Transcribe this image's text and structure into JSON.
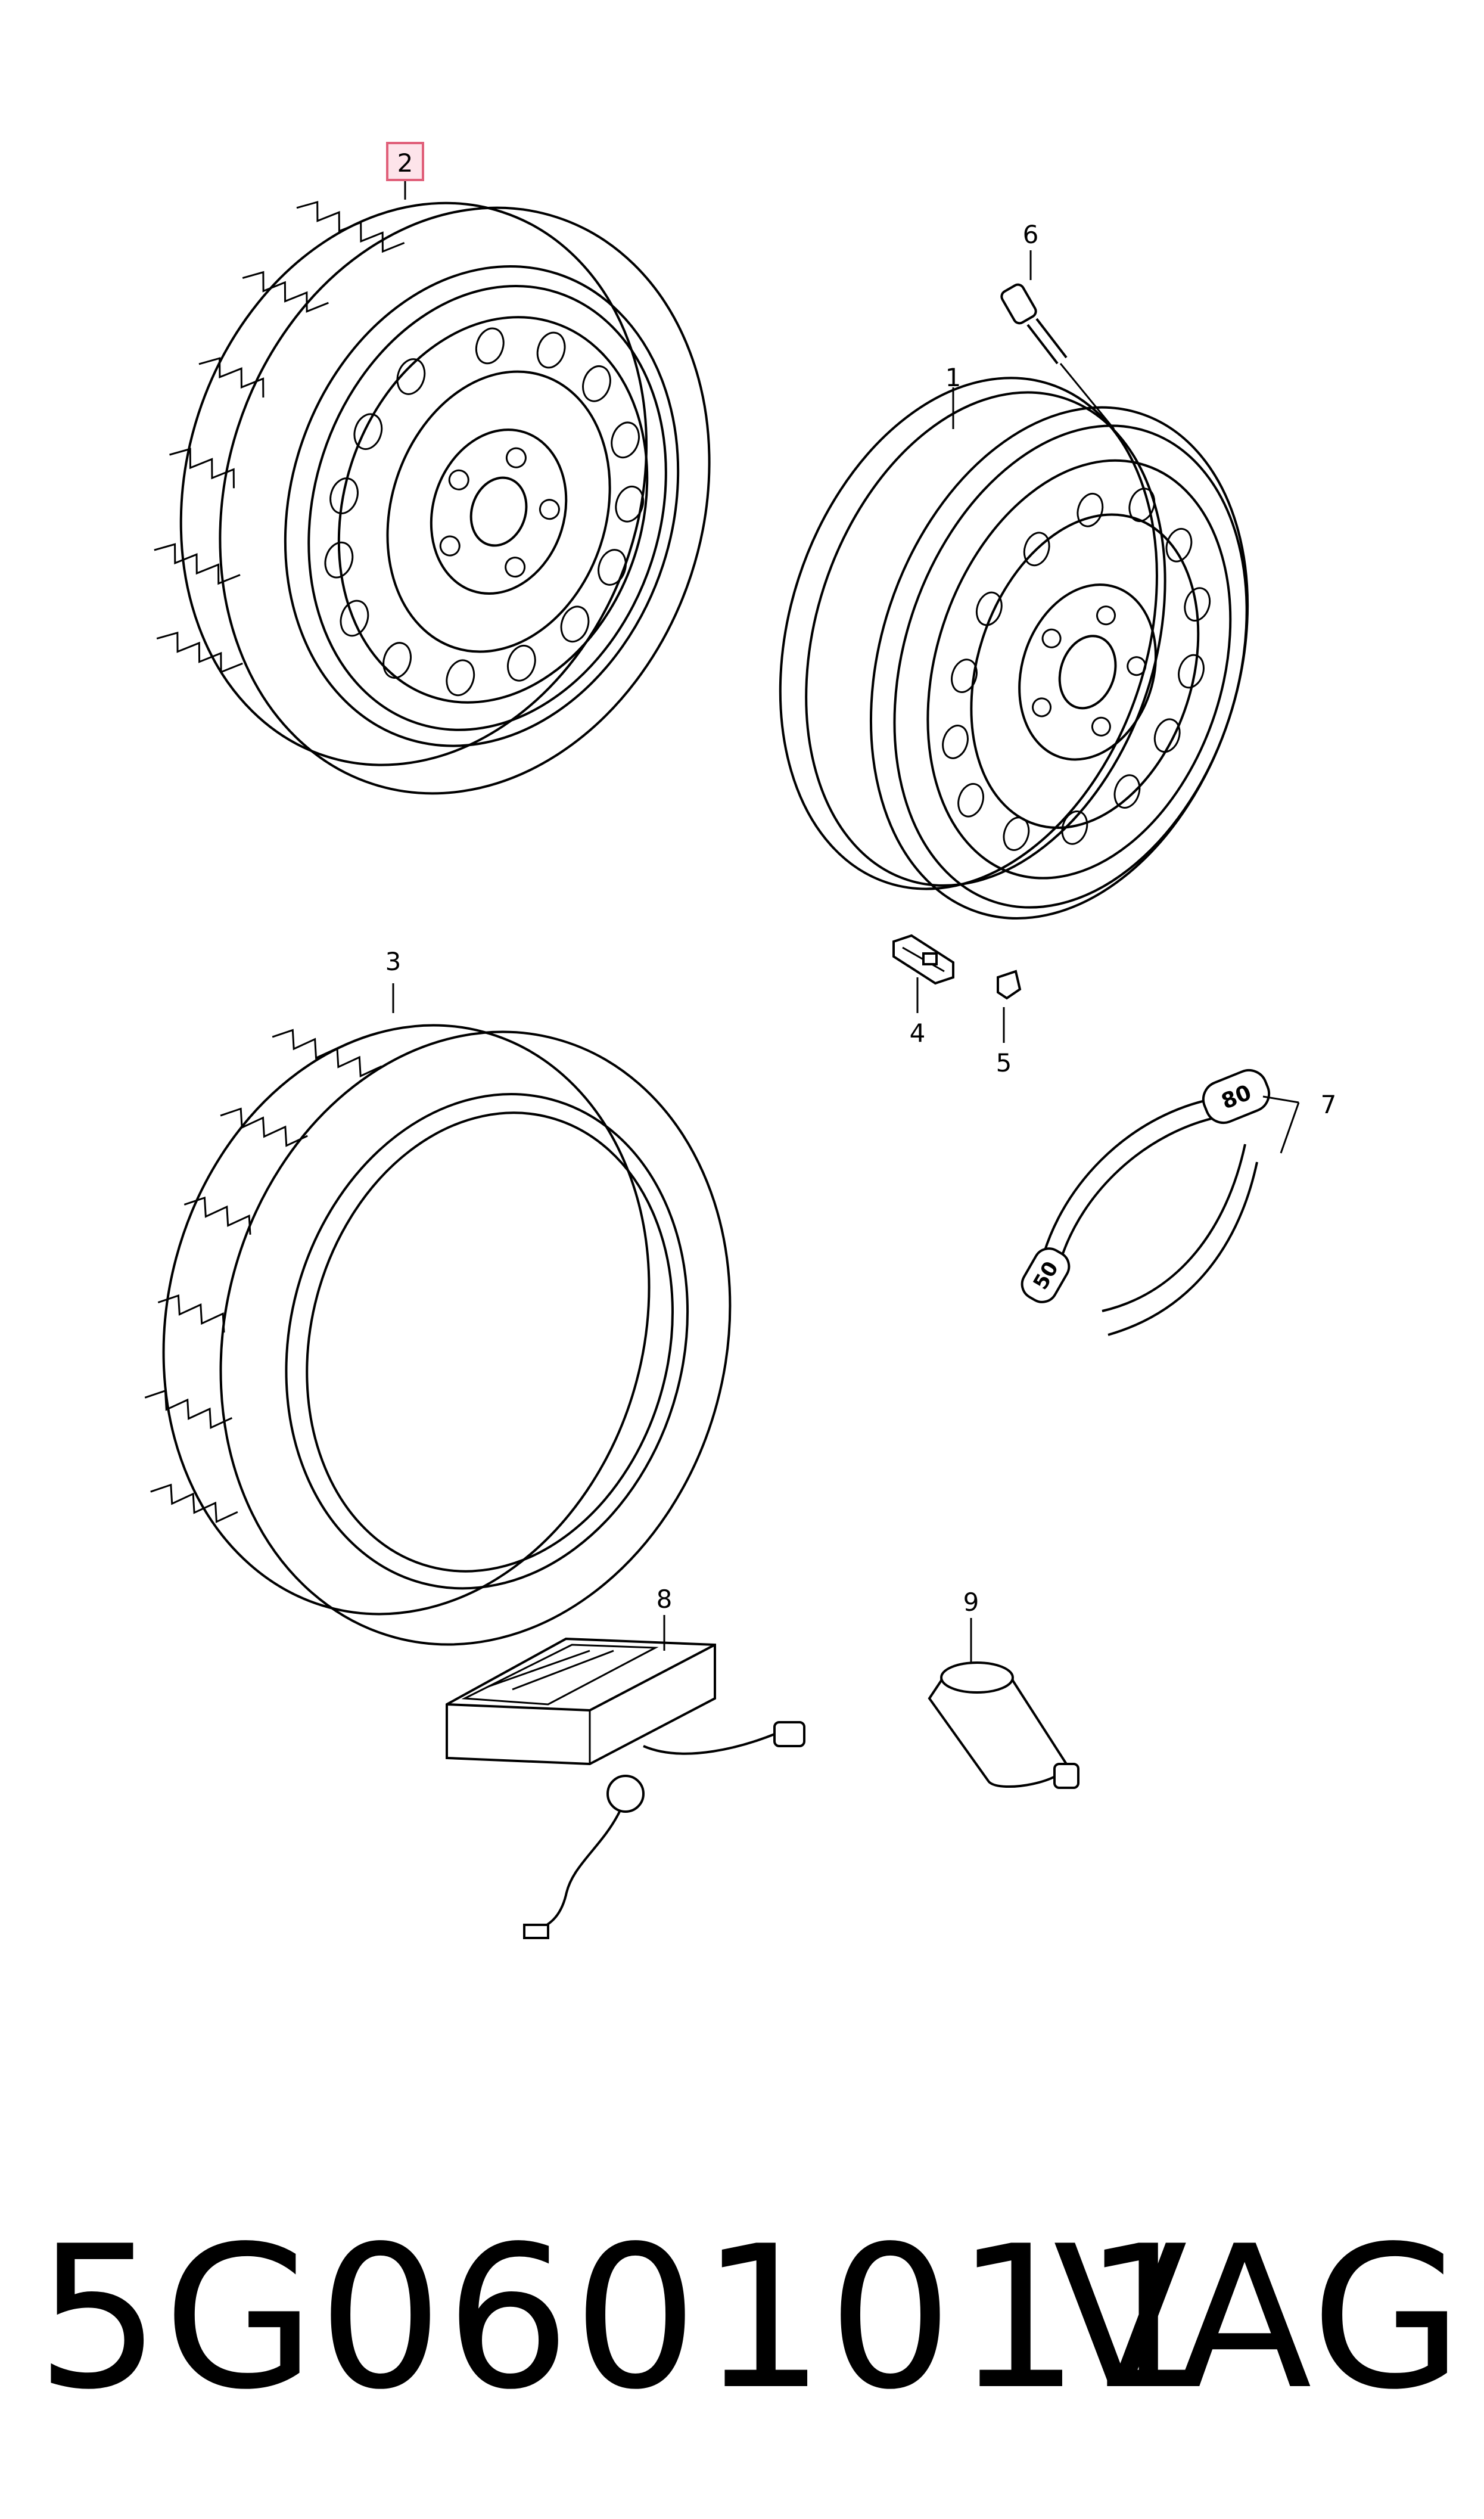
{
  "diagram": {
    "callouts": {
      "c1": "1",
      "c2": "2",
      "c3": "3",
      "c4": "4",
      "c5": "5",
      "c6": "6",
      "c7": "7",
      "c8": "8",
      "c9": "9"
    },
    "highlighted_callout": "2",
    "ring_labels": {
      "upper": "80",
      "lower": "50"
    }
  },
  "footer": {
    "part_number": "5G0601011",
    "brand": "VAG"
  }
}
